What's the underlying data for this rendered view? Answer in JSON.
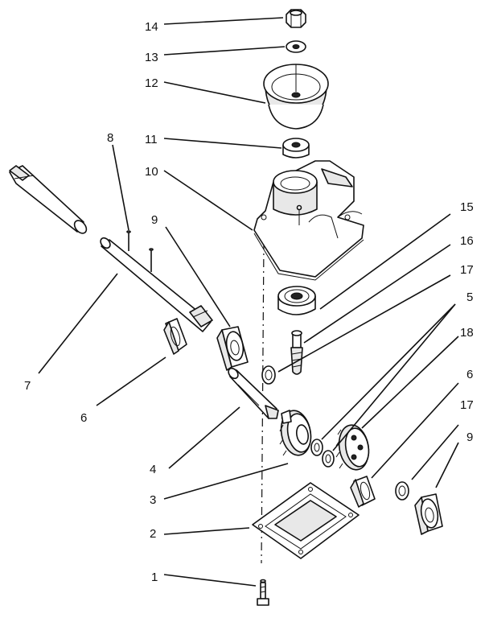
{
  "callouts": [
    {
      "id": "c14",
      "text": "14"
    },
    {
      "id": "c13",
      "text": "13"
    },
    {
      "id": "c12",
      "text": "12"
    },
    {
      "id": "c11",
      "text": "11"
    },
    {
      "id": "c10",
      "text": "10"
    },
    {
      "id": "c8",
      "text": "8"
    },
    {
      "id": "c9a",
      "text": "9"
    },
    {
      "id": "c15",
      "text": "15"
    },
    {
      "id": "c16",
      "text": "16"
    },
    {
      "id": "c17a",
      "text": "17"
    },
    {
      "id": "c5",
      "text": "5"
    },
    {
      "id": "c18",
      "text": "18"
    },
    {
      "id": "c7",
      "text": "7"
    },
    {
      "id": "c6a",
      "text": "6"
    },
    {
      "id": "c6b",
      "text": "6"
    },
    {
      "id": "c17b",
      "text": "17"
    },
    {
      "id": "c4",
      "text": "4"
    },
    {
      "id": "c9b",
      "text": "9"
    },
    {
      "id": "c3",
      "text": "3"
    },
    {
      "id": "c2",
      "text": "2"
    },
    {
      "id": "c1",
      "text": "1"
    }
  ]
}
